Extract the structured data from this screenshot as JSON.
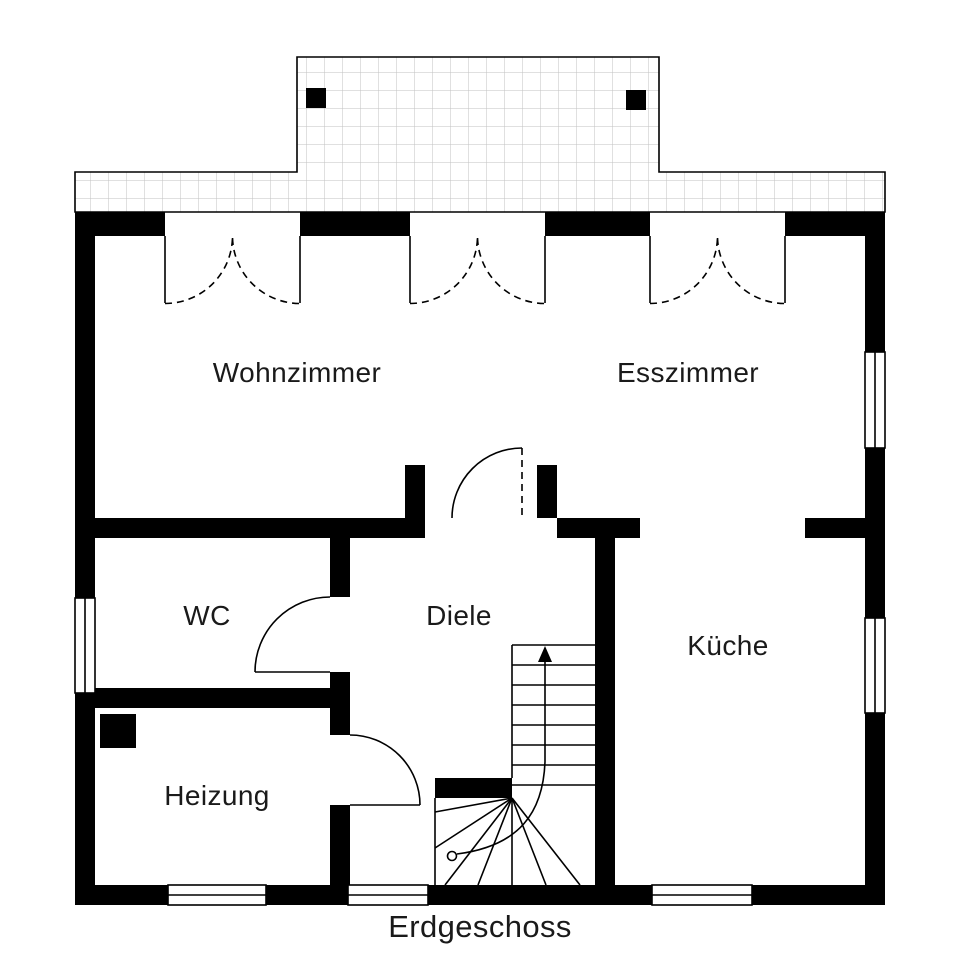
{
  "title": "Erdgeschoss",
  "floor_plan": {
    "rooms": [
      {
        "id": "wohnzimmer",
        "label": "Wohnzimmer"
      },
      {
        "id": "esszimmer",
        "label": "Esszimmer"
      },
      {
        "id": "wc",
        "label": "WC"
      },
      {
        "id": "diele",
        "label": "Diele"
      },
      {
        "id": "kueche",
        "label": "Küche"
      },
      {
        "id": "heizung",
        "label": "Heizung"
      }
    ],
    "colors": {
      "wall": "#000000",
      "background": "#ffffff",
      "tile_grid": "#c2c2c2",
      "text": "#1a1a1a"
    }
  }
}
